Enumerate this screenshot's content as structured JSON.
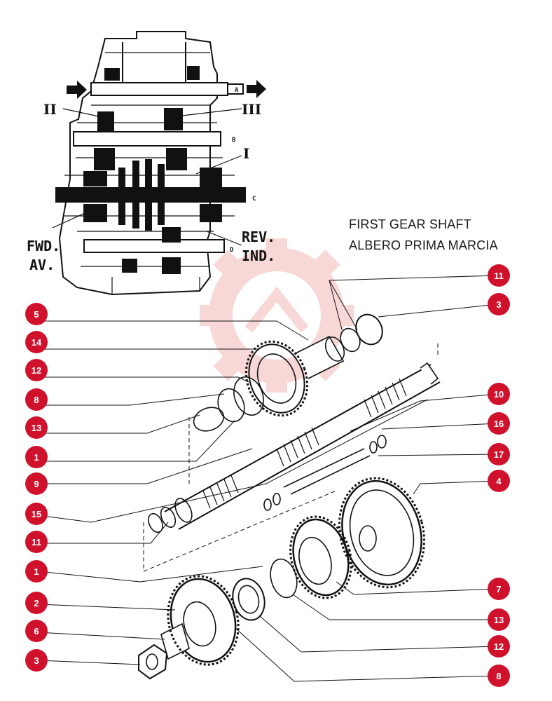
{
  "title": {
    "line1": "FIRST GEAR SHAFT",
    "line2": "ALBERO PRIMA MARCIA"
  },
  "section_labels": {
    "a": "A",
    "b": "B",
    "c": "C",
    "d": "D",
    "ii": "II",
    "iii": "III",
    "i": "I",
    "fwd": "FWD.",
    "av": "AV.",
    "rev": "REV.",
    "ind": "IND."
  },
  "callouts_left": [
    "5",
    "14",
    "12",
    "8",
    "13",
    "1",
    "9",
    "15",
    "11",
    "1",
    "2",
    "6",
    "3"
  ],
  "callouts_right": [
    "11",
    "3",
    "10",
    "16",
    "17",
    "4",
    "7",
    "13",
    "12",
    "8"
  ],
  "colors": {
    "callout": "#d0112b",
    "line": "#1a1a1a",
    "watermark": "#f6c9c9"
  }
}
